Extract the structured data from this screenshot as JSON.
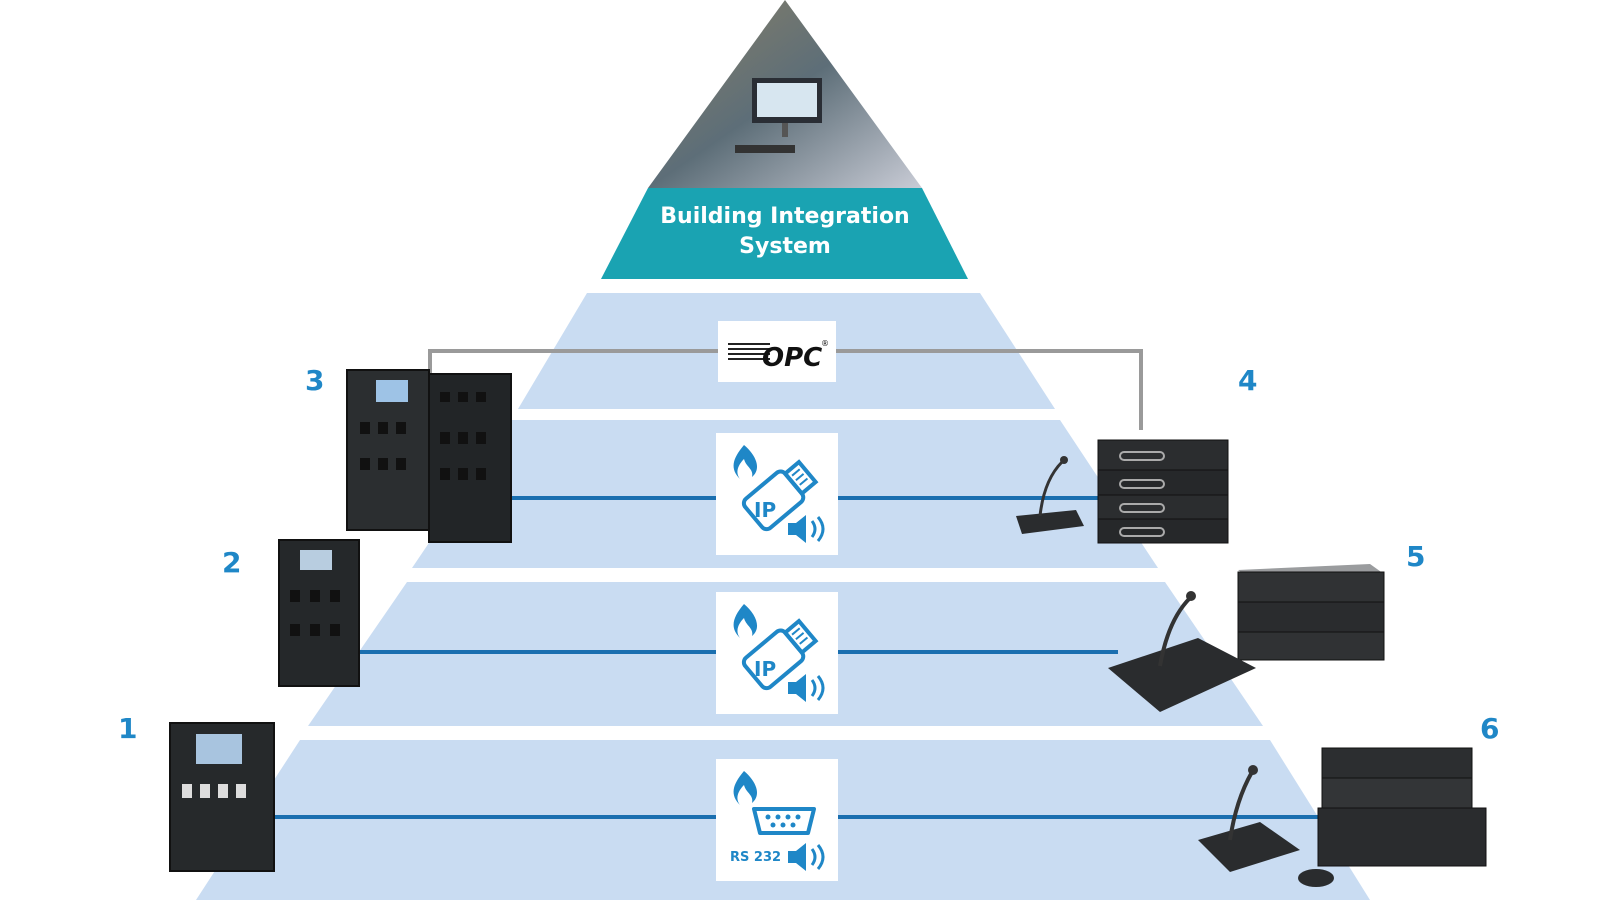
{
  "apex": {
    "title_line1": "Building Integration",
    "title_line2": "System"
  },
  "levels": [
    {
      "number": "1",
      "interface": "RS 232"
    },
    {
      "number": "2",
      "interface": "IP"
    },
    {
      "number": "3",
      "interface": "IP"
    },
    {
      "number": "4",
      "interface": "IP"
    },
    {
      "number": "5",
      "interface": "IP"
    },
    {
      "number": "6",
      "interface": "RS 232"
    }
  ],
  "opc_logo": "OPC",
  "colors": {
    "pyramid_band": "#c9dcf2",
    "apex_teal": "#1aa3b2",
    "link_blue": "#1a6fb0",
    "opc_line": "#9a9a9a",
    "icon_blue": "#1f87c7",
    "number_blue": "#1f87c7"
  },
  "icons": [
    "flame-icon",
    "ip-connector-icon",
    "speaker-icon",
    "serial-port-icon"
  ]
}
